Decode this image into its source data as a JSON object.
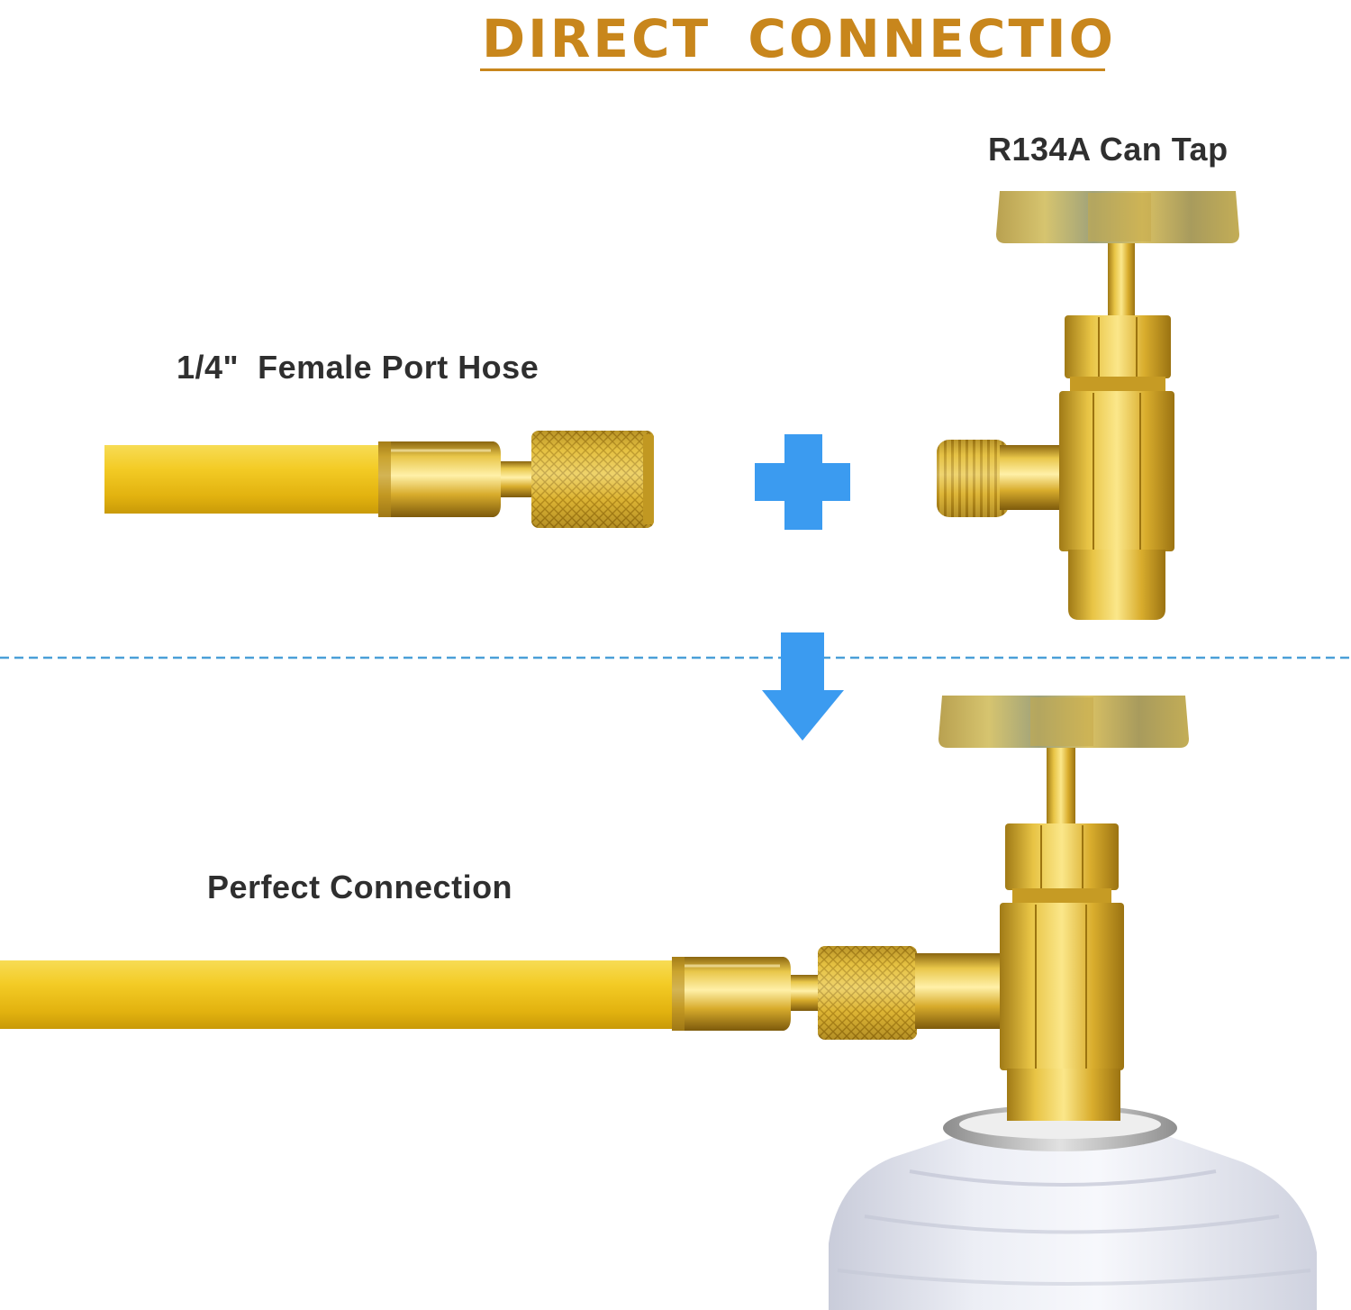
{
  "title": "DIRECT  CONNECTIO",
  "labels": {
    "can_tap": "R134A Can Tap",
    "hose": "1/4\"  Female Port Hose",
    "perfect": "Perfect Connection"
  },
  "colors": {
    "title": "#c8861c",
    "text": "#2f2f2f",
    "accent_blue": "#3b9bf0",
    "hose_yellow": "#f2c81e",
    "brass": "#d9b12e"
  },
  "icons": {
    "plus": "plus-icon",
    "arrow": "arrow-down-icon"
  }
}
